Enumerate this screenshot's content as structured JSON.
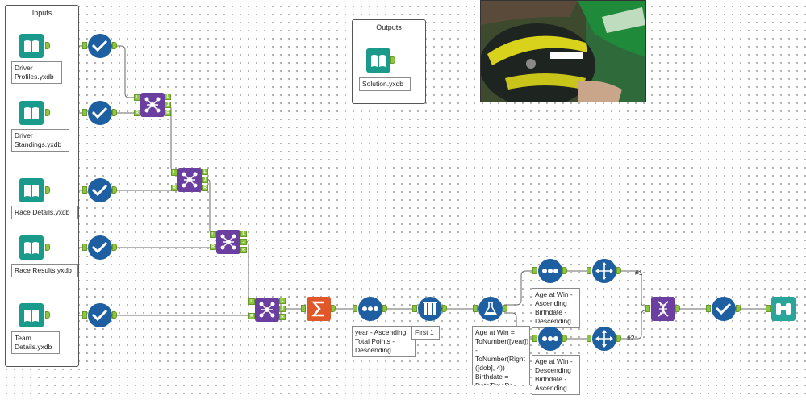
{
  "containers": {
    "inputs_title": "Inputs",
    "outputs_title": "Outputs"
  },
  "inputs": [
    {
      "label": "Driver Profiles.yxdb"
    },
    {
      "label": "Driver Standings.yxdb"
    },
    {
      "label": "Race Details.yxdb"
    },
    {
      "label": "Race Results.yxdb"
    },
    {
      "label": "Team Details.yxdb"
    }
  ],
  "output": {
    "label": "Solution.yxdb"
  },
  "join_anchors": {
    "left": "L",
    "join": "J",
    "right": "R"
  },
  "annotations": {
    "sort1": "year - Ascending Total Points - Descending",
    "sample": "First 1",
    "formula": "Age at Win = ToNumber([year]) - ToNumber(Right ([dob], 4)) Birthdate = DateTimePa...",
    "sort_top": "Age at Win - Ascending Birthdate - Descending",
    "sort_bottom": "Age at Win - Descending Birthdate - Ascending"
  },
  "wire_labels": {
    "first": "#1",
    "second": "#2"
  },
  "colors": {
    "input_teal": "#1a9a8a",
    "select_blue": "#1d5fa0",
    "join_purple": "#6b3fa0",
    "summarize_orange": "#e0582a",
    "anchor_green": "#8cc63f",
    "browse_teal": "#2aa59a"
  },
  "icons": {
    "input": "book-icon",
    "select": "checkmark-icon",
    "join": "join-icon",
    "summarize": "sigma-icon",
    "sort": "sort-dots-icon",
    "sample": "sample-icon",
    "formula": "flask-icon",
    "select_records": "arrows-icon",
    "union": "dna-icon",
    "browse": "binoculars-icon"
  }
}
